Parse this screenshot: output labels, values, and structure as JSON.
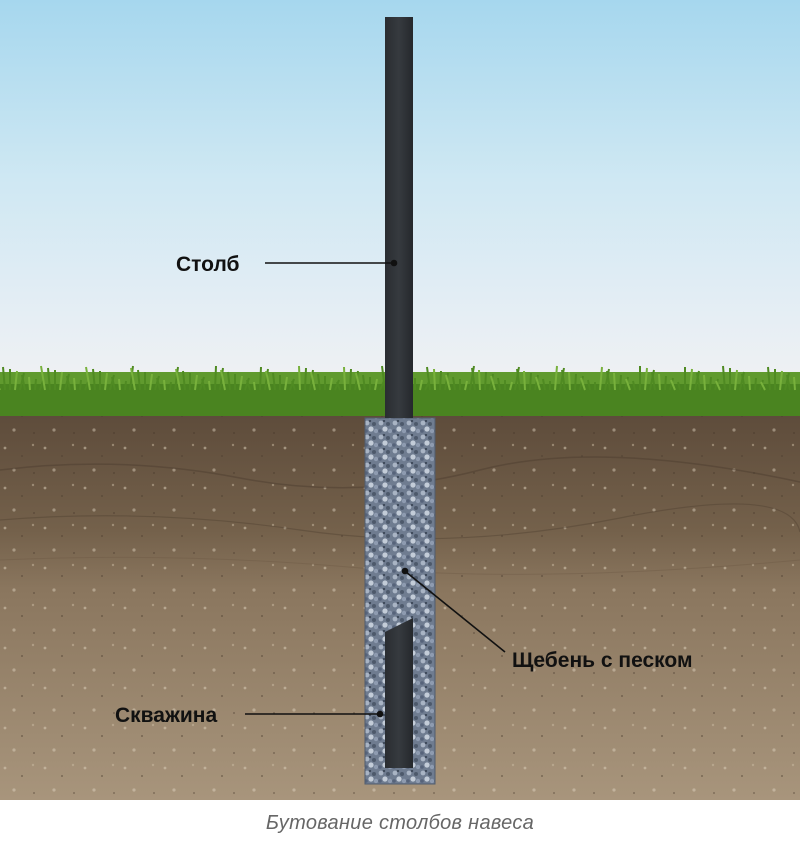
{
  "labels": {
    "post": "Столб",
    "gravel": "Щебень с песком",
    "borehole": "Скважина"
  },
  "caption": "Бутование столбов навеса",
  "colors": {
    "post": "#2f3236",
    "gravel": "#7f8ca0",
    "grass": "#4f8a22",
    "soil_top": "#6d5a45",
    "soil_bottom": "#a08b70",
    "sky_top": "#a9d8ee",
    "sky_bottom": "#eef2f5"
  }
}
